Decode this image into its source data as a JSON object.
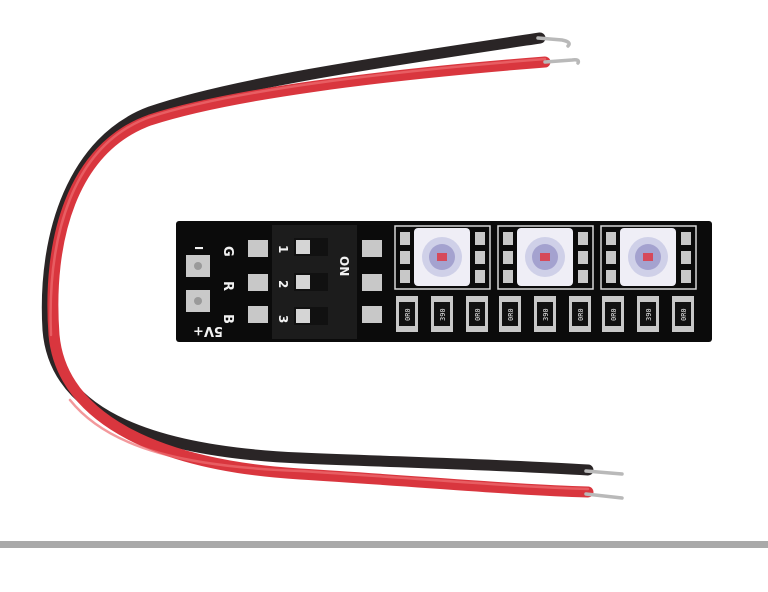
{
  "scene": {
    "background": "#ffffff",
    "floor_line_color": "#a9a9a9",
    "board_color": "#0b0b0b",
    "wire_red": "#d9363e",
    "wire_black": "#2a2526"
  },
  "board": {
    "silkscreen": {
      "ground": "G",
      "red": "R",
      "blue": "B",
      "power": "5V+",
      "pin_mark": "I"
    },
    "dip_switch": {
      "label": "ON",
      "numbers": [
        "1",
        "2",
        "3"
      ]
    },
    "resistors": [
      "0R0",
      "390",
      "0R0",
      "0R0",
      "390",
      "0R0",
      "0R0",
      "390",
      "0R0"
    ]
  }
}
